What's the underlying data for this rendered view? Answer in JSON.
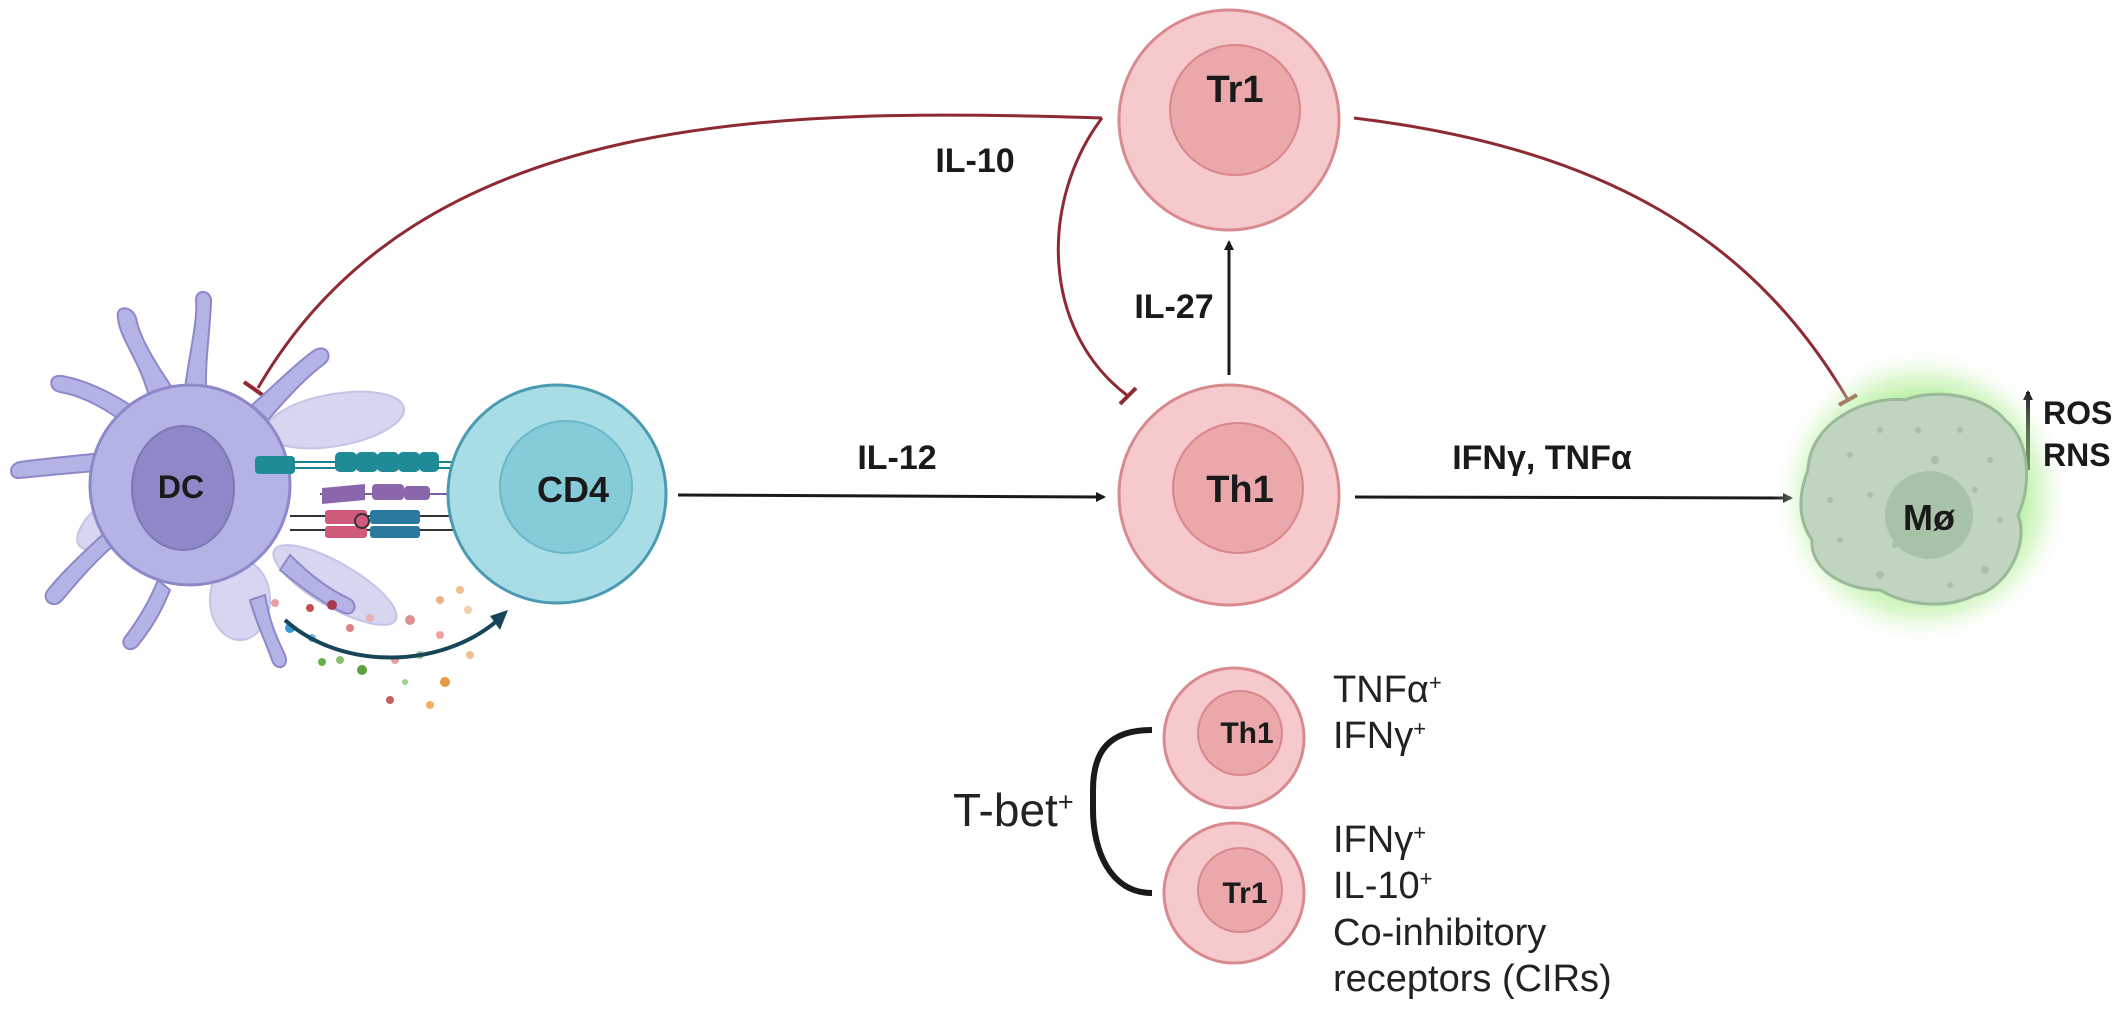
{
  "cells": {
    "dc": "DC",
    "cd4": "CD4",
    "th1": "Th1",
    "tr1": "Tr1",
    "macrophage": "Mø"
  },
  "signals": {
    "il10": "IL-10",
    "il27": "IL-27",
    "il12": "IL-12",
    "ifng_tnfa": "IFNγ, TNFα",
    "ros": "ROS",
    "rns": "RNS"
  },
  "legend": {
    "group_label_base": "T-bet",
    "group_label_sup": "+",
    "th1_cell": "Th1",
    "tr1_cell": "Tr1",
    "th1_markers": [
      {
        "base": "TNFα",
        "sup": "+"
      },
      {
        "base": "IFNγ",
        "sup": "+"
      }
    ],
    "tr1_markers": [
      {
        "base": "IFNγ",
        "sup": "+"
      },
      {
        "base": "IL-10",
        "sup": "+"
      },
      {
        "base": "Co-inhibitory",
        "sup": ""
      },
      {
        "base": "receptors (CIRs)",
        "sup": ""
      }
    ]
  },
  "colors": {
    "dc_fill": "#b3b3e6",
    "dc_nucleus": "#8e88c8",
    "cd4_fill": "#a8dde5",
    "cd4_nucleus": "#86cbd8",
    "tcell_fill": "#f6c9cc",
    "tcell_nucleus": "#eaa8ab",
    "macrophage_fill": "#bfd5bf",
    "macrophage_glow": "#7ee35b",
    "inhibit_line": "#8e2a32",
    "activate_line": "#1a1a1a"
  }
}
